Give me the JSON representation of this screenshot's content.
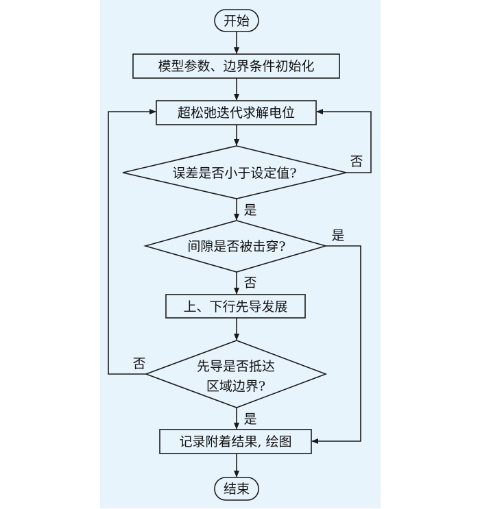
{
  "flowchart": {
    "start": "开始",
    "init": "模型参数、边界条件初始化",
    "sor_solve": "超松弛迭代求解电位",
    "error_check": "误差是否小于设定值?",
    "gap_breakdown": "间隙是否被击穿?",
    "leader_dev": "上、下行先导发展",
    "boundary_check_line1": "先导是否抵达",
    "boundary_check_line2": "区域边界?",
    "record": "记录附着结果, 绘图",
    "end": "结束"
  },
  "edge_labels": {
    "error_no": "否",
    "error_yes": "是",
    "gap_yes": "是",
    "gap_no": "否",
    "boundary_no": "否",
    "boundary_yes": "是"
  },
  "colors": {
    "background": "#e8f4fc",
    "stroke": "#1a1a1a"
  }
}
